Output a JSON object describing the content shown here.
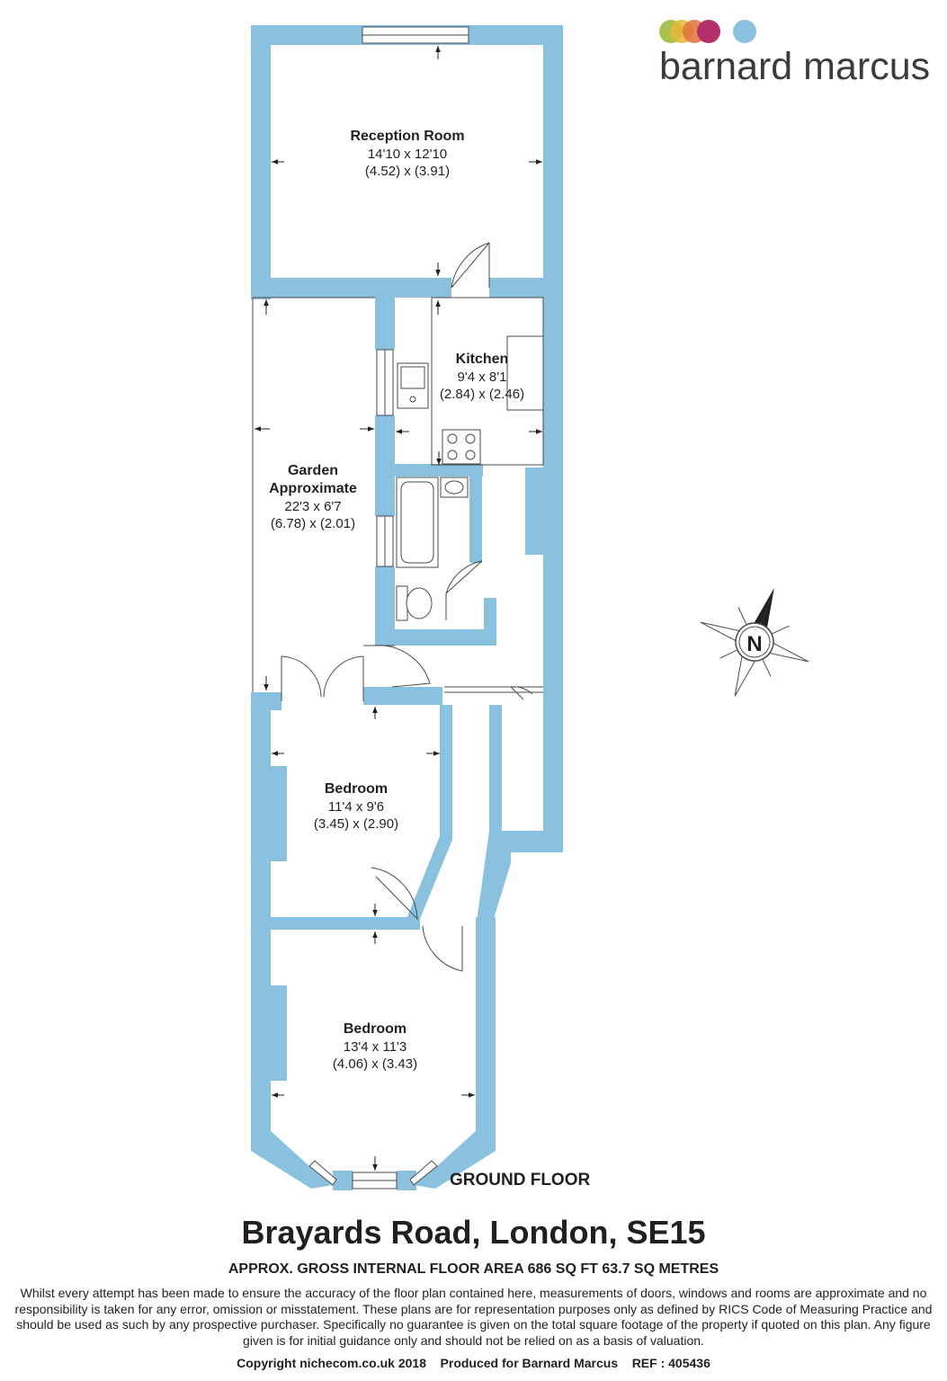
{
  "brand": {
    "name": "barnard marcus",
    "dot_colors": [
      "#9dbb3c",
      "#e8b637",
      "#e2703a",
      "#b4306c",
      "#8ac1df"
    ]
  },
  "colors": {
    "wall": "#8ac1df",
    "line": "#4a4a4a",
    "text": "#231f20"
  },
  "rooms": [
    {
      "name": "Reception Room",
      "imperial": "14'10 x 12'10",
      "metric": "(4.52) x (3.91)"
    },
    {
      "name": "Kitchen",
      "imperial": "9'4 x 8'1",
      "metric": "(2.84) x (2.46)"
    },
    {
      "name": "Garden",
      "name2": "Approximate",
      "imperial": "22'3 x 6'7",
      "metric": "(6.78) x (2.01)"
    },
    {
      "name": "Bedroom",
      "imperial": "11'4 x 9'6",
      "metric": "(3.45) x (2.90)"
    },
    {
      "name": "Bedroom",
      "imperial": "13'4 x 11'3",
      "metric": "(4.06) x (3.43)"
    }
  ],
  "compass": {
    "label": "N"
  },
  "floor_label": "GROUND FLOOR",
  "address": "Brayards Road, London, SE15",
  "area": "APPROX. GROSS INTERNAL FLOOR AREA 686 SQ FT 63.7 SQ METRES",
  "disclaimer": "Whilst every attempt has been made to ensure the accuracy of the floor plan contained here, measurements of doors, windows and rooms are approximate and no responsibility is taken for any error, omission or misstatement. These plans are for representation purposes only as defined by RICS Code of Measuring Practice and should be used as such by any prospective purchaser.  Specifically no guarantee is given on the total square footage of the property if quoted on this plan. Any figure given is for initial guidance only and should not be relied on as a basis of valuation.",
  "footer": "Copyright nichecom.co.uk 2018    Produced for Barnard Marcus    REF : 405436"
}
